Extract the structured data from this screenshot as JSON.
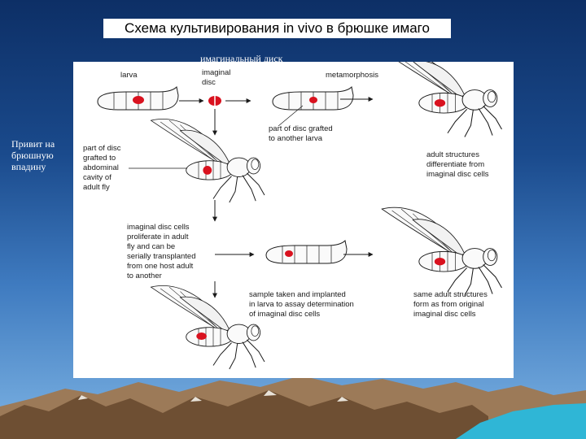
{
  "slide": {
    "title": "Схема культивирования in vivo в брюшке имаго",
    "callout_disc": "имагинальный диск",
    "callout_transplant": "Привит на брюшную впадину"
  },
  "figure": {
    "label_larva": "larva",
    "label_imaginal_disc": [
      "imaginal",
      "disc"
    ],
    "label_metamorphosis": "metamorphosis",
    "label_part_grafted_larva": [
      "part of disc grafted",
      "to another larva"
    ],
    "label_part_grafted_abdomen": [
      "part of disc",
      "grafted to",
      "abdominal",
      "cavity of",
      "adult fly"
    ],
    "label_adult_structures": [
      "adult structures",
      "differentiate from",
      "imaginal disc cells"
    ],
    "label_proliferate": [
      "imaginal disc cells",
      "proliferate in adult",
      "fly and can be",
      "serially transplanted",
      "from one host adult",
      "to another"
    ],
    "label_sample_taken": [
      "sample taken and implanted",
      "in larva to assay determination",
      "of imaginal disc cells"
    ],
    "label_same_structures": [
      "same adult structures",
      "form as from original",
      "imaginal disc cells"
    ]
  },
  "colors": {
    "disc_red": "#d9121f",
    "ink": "#1a1a1a",
    "sky_top": "#0d2f66",
    "mountain": "#7a5a3a",
    "sea": "#2fb6d6"
  }
}
